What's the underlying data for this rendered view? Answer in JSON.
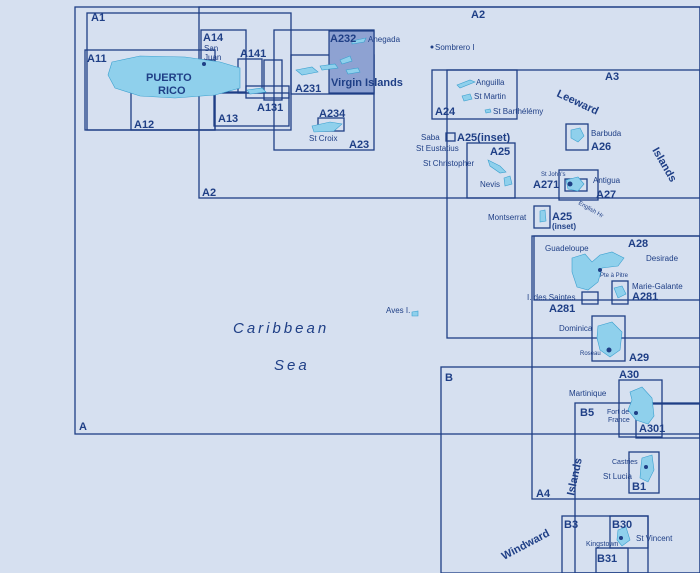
{
  "sea_label": [
    "Caribbean",
    "Sea"
  ],
  "regions": {
    "leeward": "Leeward",
    "islands_right": "Islands",
    "windward": "Windward",
    "islands_left": "Islands"
  },
  "charts": {
    "A": "A",
    "A1": "A1",
    "A2": "A2",
    "A2b": "A2",
    "A3": "A3",
    "A4": "A4",
    "A11": "A11",
    "A12": "A12",
    "A13": "A13",
    "A14": "A14",
    "A131": "A131",
    "A141": "A141",
    "A23": "A23",
    "A231": "A231",
    "A232": "A232",
    "A234": "A234",
    "A24": "A24",
    "A25": "A25",
    "A25_inset1": "A25(inset)",
    "A25_inset2": "A25",
    "A25_inset2b": "(inset)",
    "A26": "A26",
    "A27": "A27",
    "A271": "A271",
    "A28": "A28",
    "A281a": "A281",
    "A281b": "A281",
    "A29": "A29",
    "A30": "A30",
    "A301": "A301",
    "B": "B",
    "B1": "B1",
    "B3": "B3",
    "B5": "B5",
    "B30": "B30",
    "B31": "B31"
  },
  "places": {
    "puerto_rico_1": "PUERTO",
    "puerto_rico_2": "RICO",
    "san_juan_1": "San",
    "san_juan_2": "Juan",
    "anegada": "Anegada",
    "virgin_islands": "Virgin Islands",
    "sombrero": "Sombrero I",
    "anguilla": "Anguilla",
    "st_martin": "St Martin",
    "st_barthelemy": "St Barthélémy",
    "st_croix": "St Croix",
    "saba": "Saba",
    "st_eustatius": "St Eustatius",
    "st_christopher": "St Christopher",
    "nevis": "Nevis",
    "barbuda": "Barbuda",
    "st_johns": "St John's",
    "antigua": "Antigua",
    "english_hr": "English Hr",
    "montserrat": "Montserrat",
    "guadeloupe": "Guadeloupe",
    "desirade": "Desirade",
    "pte_a_pitre": "Pte à Pitre",
    "marie_galante": "Marie-Galante",
    "i_des_saintes": "I. des Saintes",
    "dominica": "Dominica",
    "roseau": "Roseau",
    "aves": "Aves I.",
    "martinique": "Martinique",
    "fort_de_france_1": "Fort de",
    "fort_de_france_2": "France",
    "castries": "Castries",
    "st_lucia": "St Lucia",
    "kingstown": "Kingstown",
    "st_vincent": "St Vincent"
  }
}
